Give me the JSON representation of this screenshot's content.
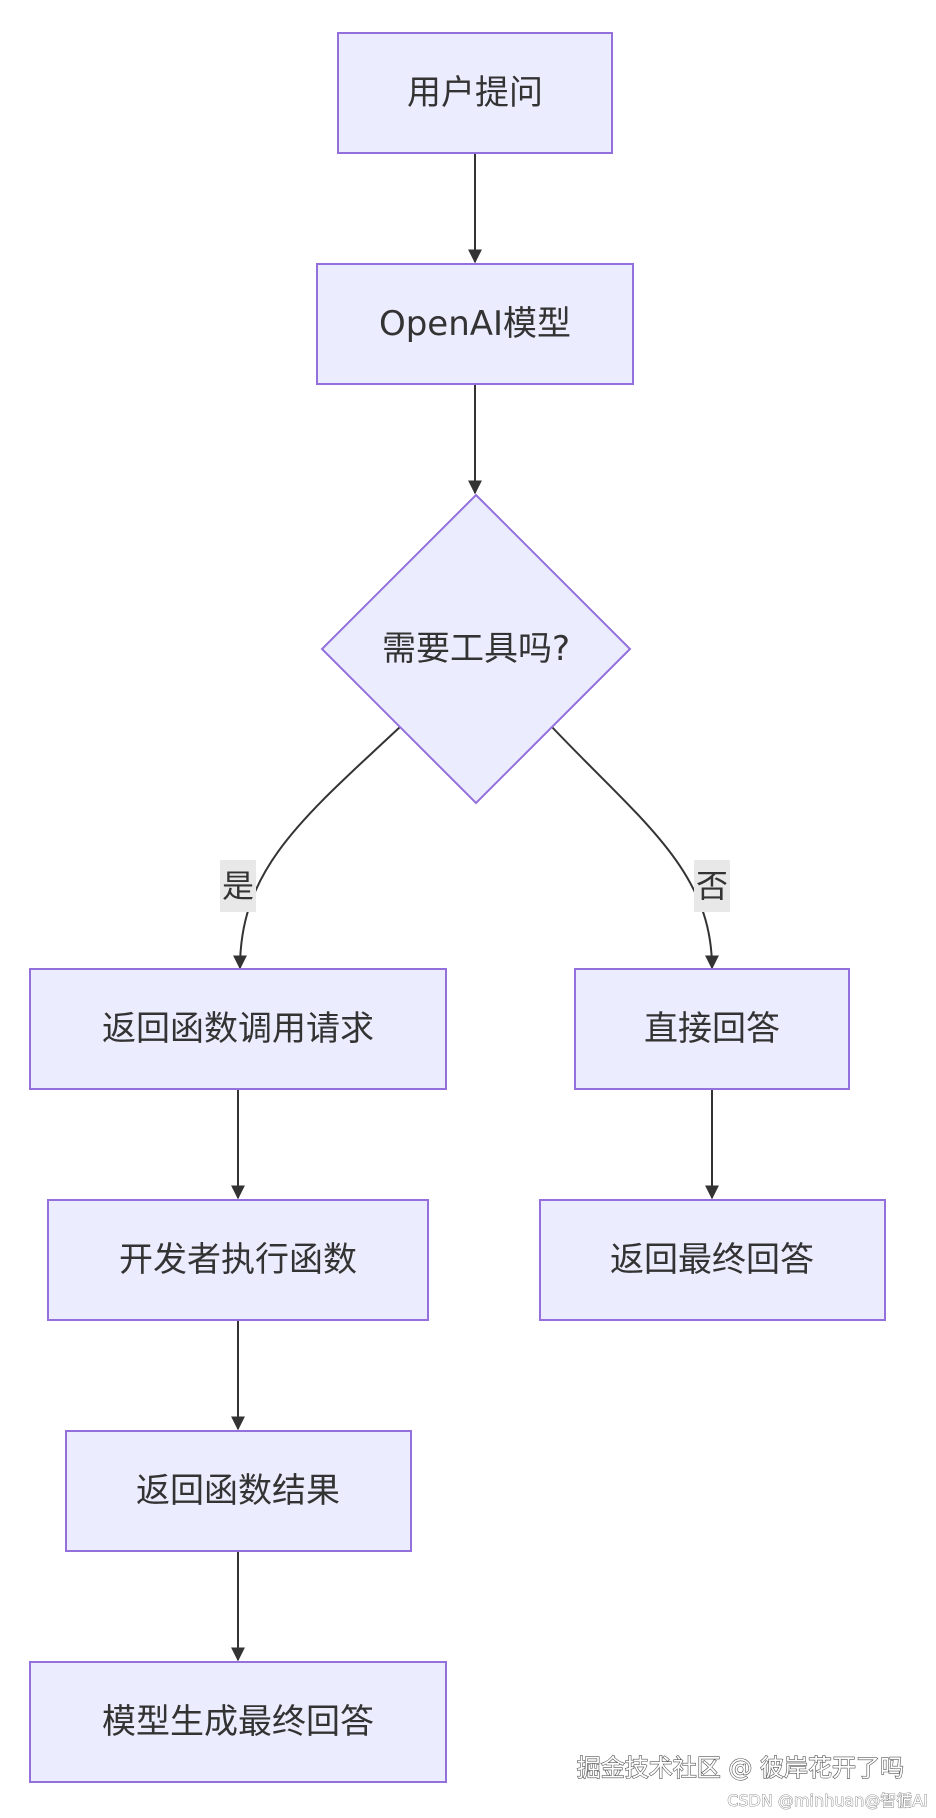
{
  "nodes": {
    "user_question": "用户提问",
    "openai_model": "OpenAI模型",
    "need_tool": "需要工具吗?",
    "return_function_call": "返回函数调用请求",
    "direct_answer": "直接回答",
    "developer_execute": "开发者执行函数",
    "return_final_answer": "返回最终回答",
    "return_function_result": "返回函数结果",
    "model_generate_final": "模型生成最终回答"
  },
  "edges": {
    "yes_label": "是",
    "no_label": "否"
  },
  "watermark": {
    "line1": "掘金技术社区 @ 彼岸花开了吗",
    "line2": "CSDN @minhuan@智循AI"
  },
  "colors": {
    "node_fill": "#ececff",
    "node_stroke": "#9370db",
    "edge": "#333333",
    "text": "#333333",
    "edge_label_bg": "#e8e8e8"
  }
}
